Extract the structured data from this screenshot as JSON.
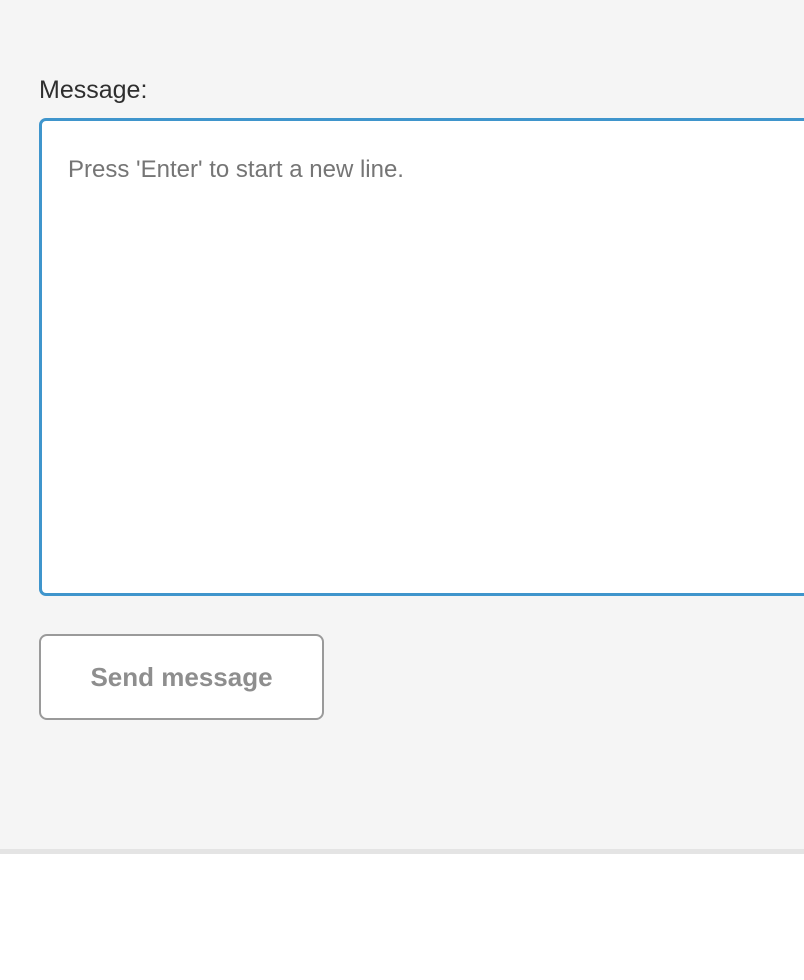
{
  "panel": {
    "background_color": "#f5f5f5",
    "divider_color": "#e4e4e4"
  },
  "composer": {
    "label": "Message:",
    "textarea": {
      "value": "",
      "placeholder": "Press 'Enter' to start a new line.",
      "focused": true,
      "focus_border_color": "#3f95cc",
      "background_color": "#ffffff",
      "placeholder_color": "#757575"
    },
    "send_button": {
      "label": "Send message",
      "text_color": "#8e8e8e",
      "border_color": "#9a9a9a",
      "background_color": "#ffffff"
    }
  }
}
